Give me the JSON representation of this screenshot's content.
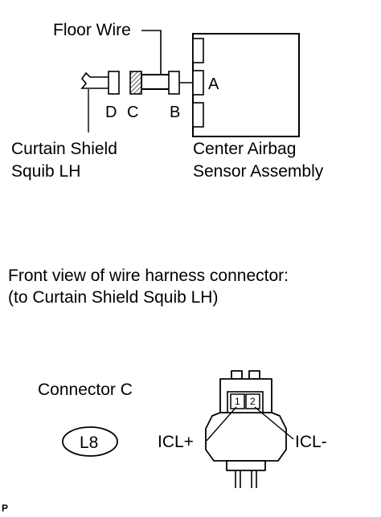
{
  "top": {
    "floor_wire": "Floor Wire",
    "letter_a": "A",
    "letter_b": "B",
    "letter_c": "C",
    "letter_d": "D",
    "curtain_line1": "Curtain Shield",
    "curtain_line2": "Squib LH",
    "center_line1": "Center Airbag",
    "center_line2": "Sensor Assembly"
  },
  "caption": {
    "line1": "Front view of wire harness connector:",
    "line2": "(to Curtain Shield Squib LH)"
  },
  "connector": {
    "title": "Connector C",
    "code": "L8",
    "pin1": "1",
    "pin2": "2",
    "pin1_label": "ICL+",
    "pin2_label": "ICL-"
  },
  "corner_mark": "P"
}
